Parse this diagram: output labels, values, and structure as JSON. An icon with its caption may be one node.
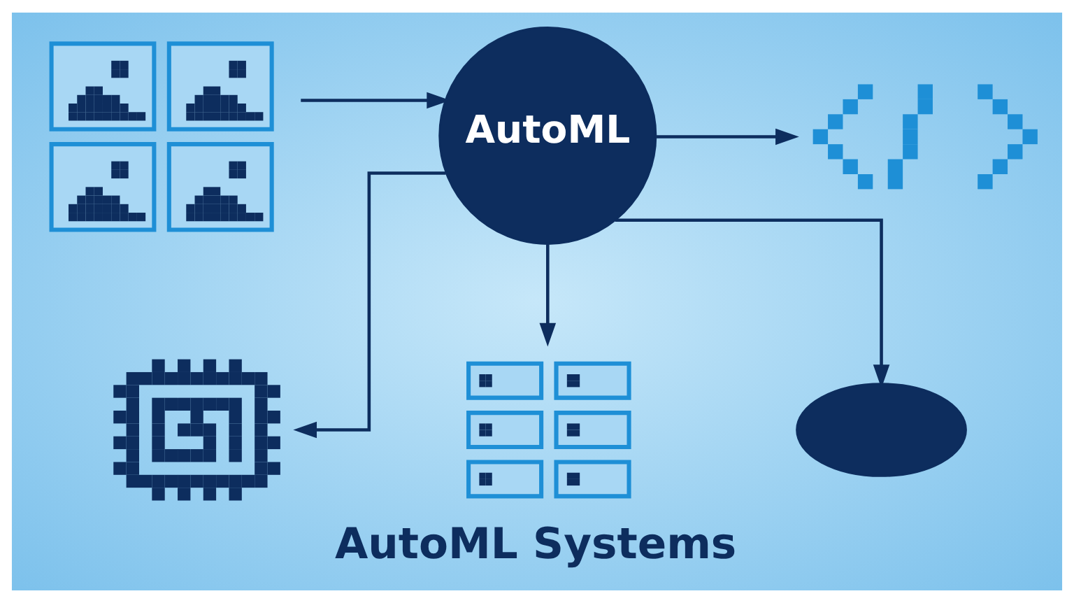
{
  "diagram": {
    "title": "AutoML Systems",
    "nodes": [
      {
        "text": [],
        "shape": "picture"
      },
      {
        "text": [
          "AutoML"
        ]
      },
      {
        "text": [],
        "shape": "picture"
      },
      {
        "text": [],
        "shape": "picture"
      },
      {
        "text": [],
        "shape": "picture"
      },
      {
        "text": [],
        "shape": "cloud"
      }
    ],
    "edges": [
      {
        "from": 0,
        "to": 1,
        "arrow": "to"
      },
      {
        "from": 1,
        "to": 2,
        "arrow": "to"
      },
      {
        "from": 1,
        "to": 3,
        "arrow": "to"
      },
      {
        "from": 1,
        "to": 4,
        "arrow": "to"
      },
      {
        "from": 1,
        "to": 5,
        "arrow": "to"
      }
    ]
  }
}
